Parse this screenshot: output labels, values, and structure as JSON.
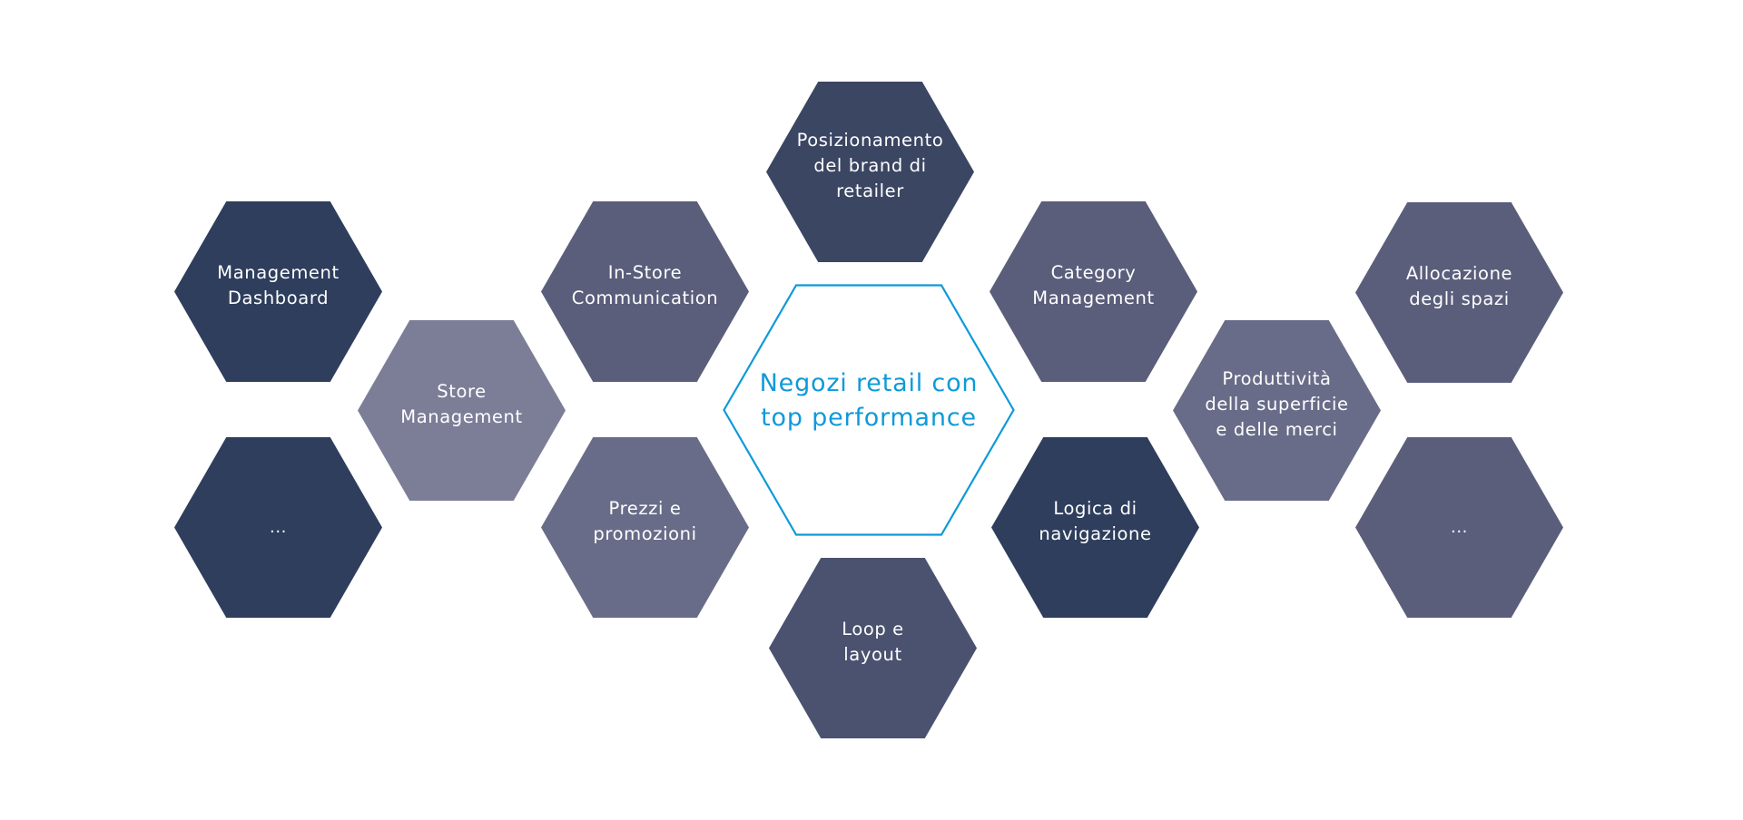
{
  "diagram": {
    "center": {
      "title": "Negozi retail con\ntop performance",
      "color": "#0e9ad8"
    },
    "nodes": [
      {
        "id": "management-dashboard",
        "label": "Management\nDashboard",
        "color": "#2e3e5c"
      },
      {
        "id": "more-left",
        "label": "...",
        "color": "#2e3e5c"
      },
      {
        "id": "store-management",
        "label": "Store\nManagement",
        "color": "#7c7e98"
      },
      {
        "id": "in-store-communication",
        "label": "In-Store\nCommunication",
        "color": "#5a5e7b"
      },
      {
        "id": "prezzi-promozioni",
        "label": "Prezzi e\npromozioni",
        "color": "#696c88"
      },
      {
        "id": "posizionamento-brand",
        "label": "Posizionamento\ndel brand di\nretailer",
        "color": "#3b4663"
      },
      {
        "id": "loop-layout",
        "label": "Loop e\nlayout",
        "color": "#4a526f"
      },
      {
        "id": "category-management",
        "label": "Category\nManagement",
        "color": "#5a5e7b"
      },
      {
        "id": "logica-navigazione",
        "label": "Logica di\nnavigazione",
        "color": "#2e3e5c"
      },
      {
        "id": "produttivita",
        "label": "Produttività\ndella superficie\ne delle merci",
        "color": "#696c88"
      },
      {
        "id": "allocazione-spazi",
        "label": "Allocazione\ndegli spazi",
        "color": "#5a5e7b"
      },
      {
        "id": "more-right",
        "label": "...",
        "color": "#5a5e7b"
      }
    ]
  }
}
